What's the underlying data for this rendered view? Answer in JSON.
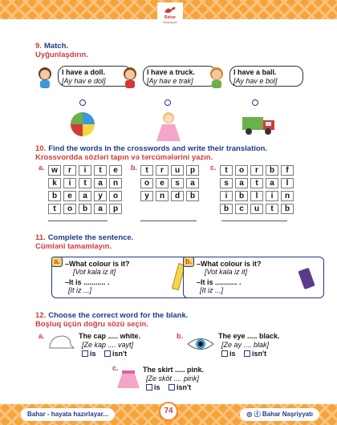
{
  "header": {
    "logo_text": "Bahar",
    "logo_sub": "Nəşriyyatı"
  },
  "ex9": {
    "num": "9.",
    "title_en": "Match.",
    "title_az": "Uyğunlaşdırın.",
    "bubbles": [
      {
        "en": "I have a doll.",
        "tr": "[Ay hav e dol]"
      },
      {
        "en": "I have a truck.",
        "tr": "[Ay hav e trak]"
      },
      {
        "en": "I have a ball.",
        "tr": "[Ay hav e bol]"
      }
    ],
    "toys": [
      "ball-icon",
      "doll-icon",
      "truck-icon"
    ]
  },
  "ex10": {
    "num": "10.",
    "title_en": "Find the words in the crosswords and write their translation.",
    "title_az": "Krossvordda sözləri tapın və tərcümələrini yazın.",
    "grids": [
      {
        "label": "a.",
        "rows": [
          [
            "w",
            "r",
            "i",
            "t",
            "e"
          ],
          [
            "k",
            "i",
            "t",
            "a",
            "n"
          ],
          [
            "b",
            "e",
            "a",
            "y",
            "o"
          ],
          [
            "t",
            "o",
            "b",
            "a",
            "p"
          ]
        ]
      },
      {
        "label": "b.",
        "rows": [
          [
            "t",
            "r",
            "u",
            "p"
          ],
          [
            "o",
            "e",
            "s",
            "a"
          ],
          [
            "y",
            "n",
            "d",
            "b"
          ]
        ]
      },
      {
        "label": "c.",
        "rows": [
          [
            "t",
            "o",
            "r",
            "b",
            "f"
          ],
          [
            "s",
            "a",
            "t",
            "a",
            "l"
          ],
          [
            "i",
            "b",
            "l",
            "i",
            "n"
          ],
          [
            "b",
            "c",
            "u",
            "t",
            "b"
          ]
        ]
      }
    ]
  },
  "ex11": {
    "num": "11.",
    "title_en": "Complete the sentence.",
    "title_az": "Cümləni tamamlayın.",
    "cards": [
      {
        "label": "a.",
        "q": "–What  colour is it?",
        "q_tr": "[Vot kala iz it]",
        "a": "–It is ........... .",
        "a_tr": "[It iz ...]"
      },
      {
        "label": "b.",
        "q": "–What  colour is it?",
        "q_tr": "[Vot kala iz it]",
        "a": "–It is ........... .",
        "a_tr": "[It iz ...]"
      }
    ]
  },
  "ex12": {
    "num": "12.",
    "title_en": "Choose the correct word for the blank.",
    "title_az": "Boşluq üçün doğru sözü seçin.",
    "items": [
      {
        "label": "a.",
        "s": "The cap ..... white.",
        "t": "[Ze kap .... vayt]",
        "o1": "is",
        "o2": "isn't"
      },
      {
        "label": "b.",
        "s": "The eye ..... black.",
        "t": "[Ze ay .... blak]",
        "o1": "is",
        "o2": "isn't"
      },
      {
        "label": "c.",
        "s": "The skirt ..... pink.",
        "t": "[Ze sköt .... pink]",
        "o1": "is",
        "o2": "isn't"
      }
    ]
  },
  "footer": {
    "left": "Bahar - hayata hazırlayar...",
    "page": "74",
    "right": "Bahar Naşriyyatı"
  },
  "colors": {
    "band": "#f6a43a",
    "navy": "#1f3a86",
    "red": "#d23a3a"
  }
}
